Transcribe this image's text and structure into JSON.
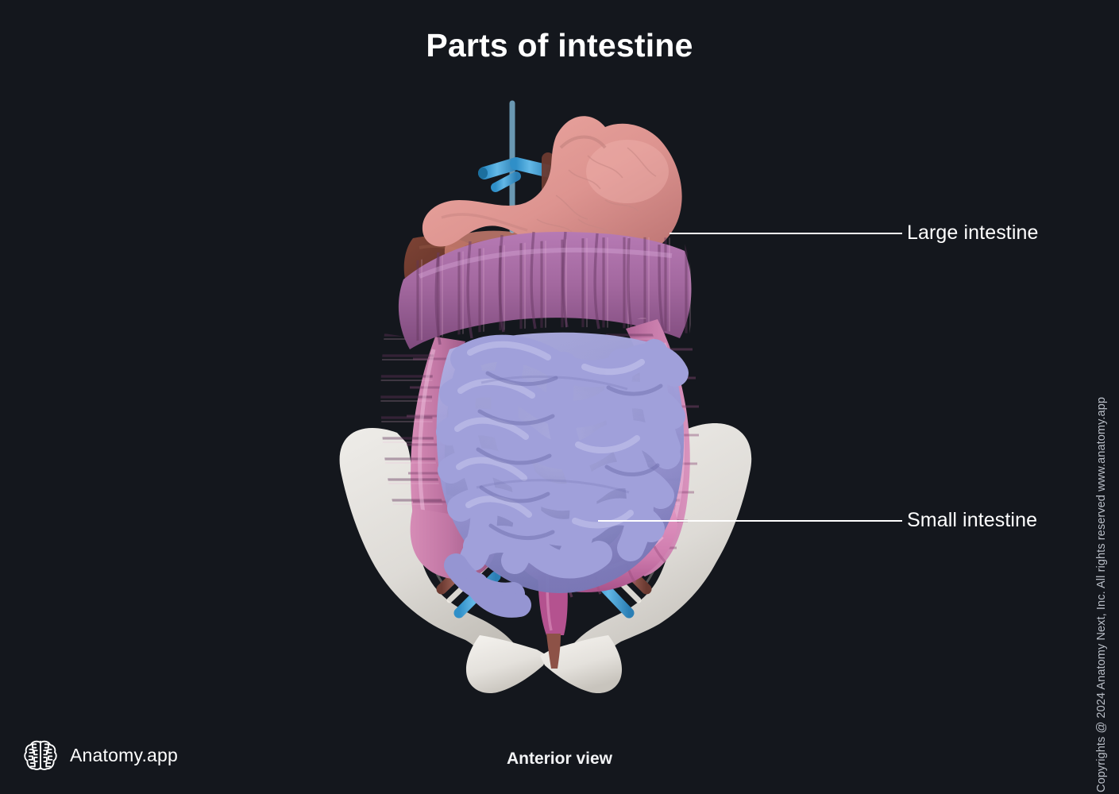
{
  "page": {
    "title": "Parts of intestine",
    "view_caption": "Anterior view",
    "background_color": "#14171d"
  },
  "branding": {
    "logo_icon": "brain-icon",
    "logo_text": "Anatomy.app",
    "copyright": "Copyrights @ 2024 Anatomy Next, Inc. All rights reserved www.anatomy.app"
  },
  "labels": [
    {
      "id": "large-intestine",
      "text": "Large intestine",
      "leader_from": [
        843,
        293
      ],
      "leader_to": [
        1136,
        293
      ],
      "color": "#ffffff"
    },
    {
      "id": "small-intestine",
      "text": "Small intestine",
      "leader_from": [
        753,
        655
      ],
      "leader_to": [
        1136,
        655
      ],
      "color": "#ffffff"
    }
  ],
  "anatomy": {
    "structures": [
      {
        "name": "stomach",
        "color": "#dd9490",
        "highlighted": false
      },
      {
        "name": "liver",
        "color": "#6e3b30",
        "highlighted": false
      },
      {
        "name": "inferior-vena-cava",
        "color": "#3fa3da",
        "highlighted": false
      },
      {
        "name": "large-intestine",
        "color": "#b96aa0",
        "highlighted": true
      },
      {
        "name": "transverse-colon",
        "color": "#a868a8",
        "highlighted": true
      },
      {
        "name": "sigmoid-colon",
        "color": "#d884b4",
        "highlighted": true
      },
      {
        "name": "rectum",
        "color": "#b44d92",
        "highlighted": true
      },
      {
        "name": "small-intestine",
        "color": "#9c9cd8",
        "highlighted": true
      },
      {
        "name": "pelvic-bone",
        "color": "#e9e7e3",
        "highlighted": false
      },
      {
        "name": "iliac-vessels-vein",
        "color": "#3fa3da",
        "highlighted": false
      },
      {
        "name": "iliac-vessels-artery",
        "color": "#8d5247",
        "highlighted": false
      }
    ],
    "palette": {
      "large_intestine": "#b96aa0",
      "small_intestine": "#9c9cd8",
      "stomach": "#dd9490",
      "bone": "#e9e7e3",
      "vein": "#3fa3da",
      "artery": "#8d5247",
      "liver": "#6e3b30"
    }
  }
}
